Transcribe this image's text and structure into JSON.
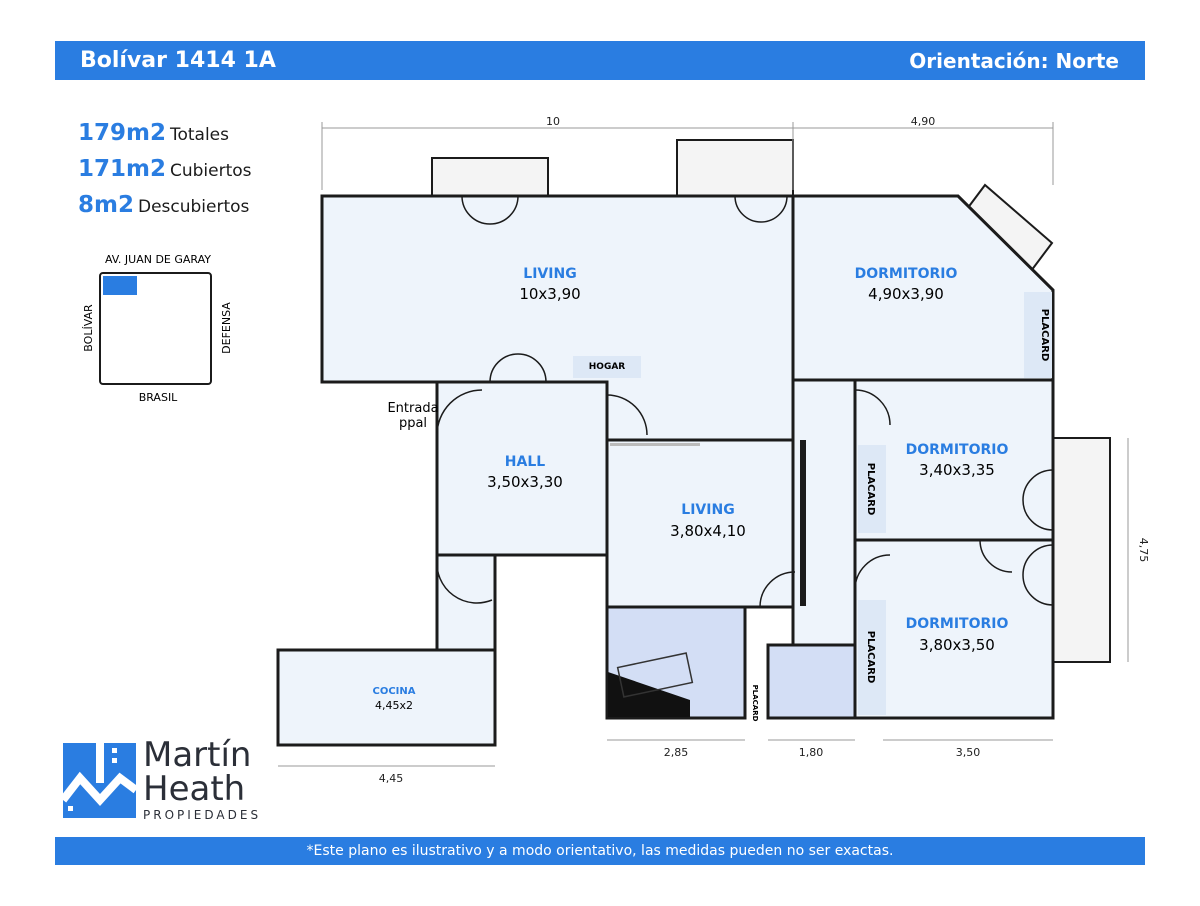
{
  "header": {
    "title": "Bolívar 1414 1A",
    "orientation": "Orientación: Norte"
  },
  "stats": [
    {
      "value": "179m2",
      "label": "Totales"
    },
    {
      "value": "171m2",
      "label": "Cubiertos"
    },
    {
      "value": "8m2",
      "label": "Descubiertos"
    }
  ],
  "location_map": {
    "north": "AV. JUAN DE GARAY",
    "west": "BOLÍVAR",
    "east": "DEFENSA",
    "south": "BRASIL"
  },
  "rooms": {
    "living1": {
      "name": "LIVING",
      "size": "10x3,90"
    },
    "dorm1": {
      "name": "DORMITORIO",
      "size": "4,90x3,90"
    },
    "hall": {
      "name": "HALL",
      "size": "3,50x3,30"
    },
    "living2": {
      "name": "LIVING",
      "size": "3,80x4,10"
    },
    "dorm2": {
      "name": "DORMITORIO",
      "size": "3,40x3,35"
    },
    "dorm3": {
      "name": "DORMITORIO",
      "size": "3,80x3,50"
    },
    "cocina": {
      "name": "COCINA",
      "size": "4,45x2"
    }
  },
  "labels": {
    "hogar": "HOGAR",
    "placard": "PLACARD",
    "entrada1": "Entrada",
    "entrada2": "ppal"
  },
  "dimensions": {
    "top_left": "10",
    "top_right": "4,90",
    "right": "4,75",
    "bath": "2,85",
    "bath2": "1,80",
    "dorm3": "3,50",
    "cocina": "4,45"
  },
  "logo": {
    "line1": "Martín",
    "line2": "Heath",
    "line3": "PROPIEDADES"
  },
  "footer": {
    "disclaimer": "*Este plano es ilustrativo y a modo orientativo, las medidas pueden no ser exactas."
  },
  "colors": {
    "accent": "#2a7de1",
    "room_fill": "#eef4fb",
    "bath_fill": "#d3def5"
  }
}
